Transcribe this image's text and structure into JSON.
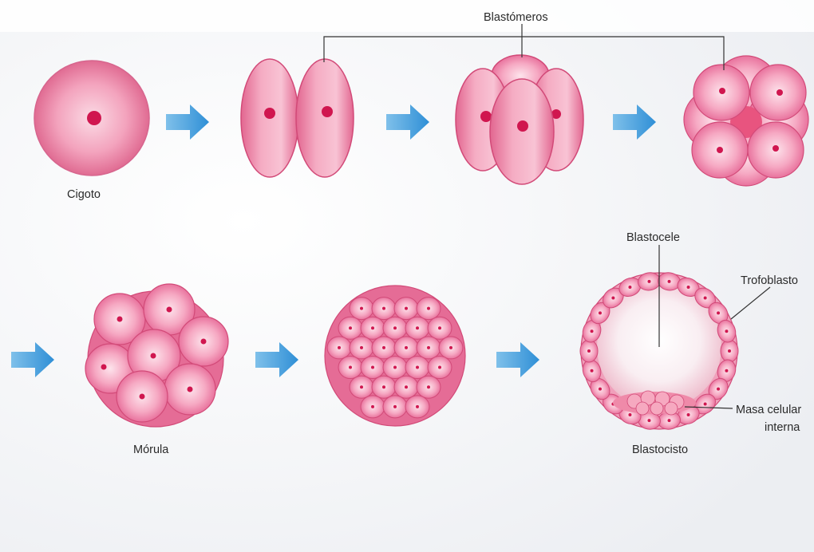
{
  "labels": {
    "blastomeros": "Blastómeros",
    "cigoto": "Cigoto",
    "morula": "Mórula",
    "blastocele": "Blastocele",
    "trofoblasto": "Trofoblasto",
    "masa_celular_line1": "Masa celular",
    "masa_celular_line2": "interna",
    "blastocisto": "Blastocisto"
  },
  "colors": {
    "cell_fill": "#ef7fa4",
    "cell_light": "#fde0ea",
    "cell_stroke": "#d24a78",
    "nucleus": "#d0164f",
    "arrow": "#3f9ad9",
    "leader_line": "#333333",
    "background": "#f3f3f4"
  },
  "stages": [
    "cigoto",
    "2-cells",
    "4-cells",
    "8-cells",
    "morula",
    "late-morula",
    "blastocisto"
  ]
}
